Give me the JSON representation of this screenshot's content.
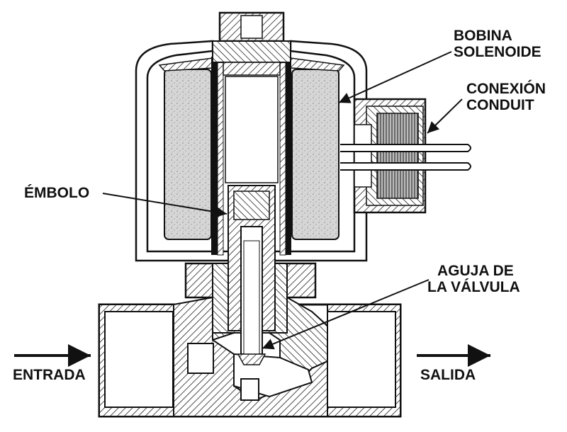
{
  "labels": {
    "bobina": [
      "BOBINA",
      "SOLENOIDE"
    ],
    "conexion": [
      "CONEXIÓN",
      "CONDUIT"
    ],
    "embolo": "ÉMBOLO",
    "aguja": [
      "AGUJA DE",
      "LA VÁLVULA"
    ],
    "entrada": "ENTRADA",
    "salida": "SALIDA"
  },
  "colors": {
    "ink": "#111111",
    "coil": "#d2d2d2",
    "paper": "#ffffff"
  }
}
